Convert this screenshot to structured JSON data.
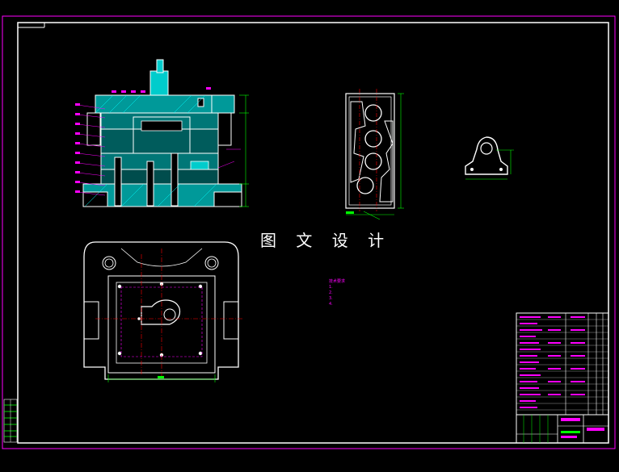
{
  "drawing": {
    "title_text": "图 文 设 计",
    "tech_notes": [
      "技术要求",
      "1.",
      "2.",
      "3.",
      "4."
    ],
    "detail_view_label": "",
    "colors": {
      "background": "#000000",
      "outline": "#ffffff",
      "border": "#ff00ff",
      "hatch": "#00ffff",
      "dimension": "#00ff00",
      "center_line": "#ff0000",
      "annotation": "#ff00ff"
    }
  }
}
